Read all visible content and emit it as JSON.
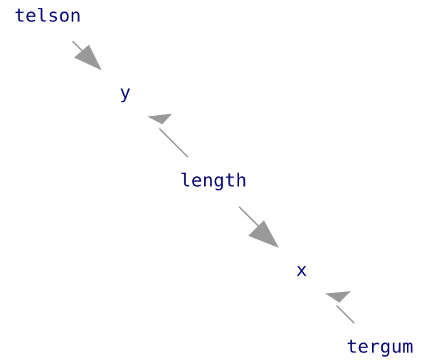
{
  "diagram": {
    "type": "directed-graph",
    "colors": {
      "label": "#0a0a78",
      "edge": "#999999",
      "background": "#ffffff"
    },
    "nodes": [
      {
        "id": "telson",
        "label": "telson"
      },
      {
        "id": "y",
        "label": "y"
      },
      {
        "id": "length",
        "label": "length"
      },
      {
        "id": "x",
        "label": "x"
      },
      {
        "id": "tergum",
        "label": "tergum"
      }
    ],
    "edges": [
      {
        "from": "telson",
        "to": "y"
      },
      {
        "from": "length",
        "to": "y"
      },
      {
        "from": "length",
        "to": "x"
      },
      {
        "from": "tergum",
        "to": "x"
      }
    ]
  }
}
